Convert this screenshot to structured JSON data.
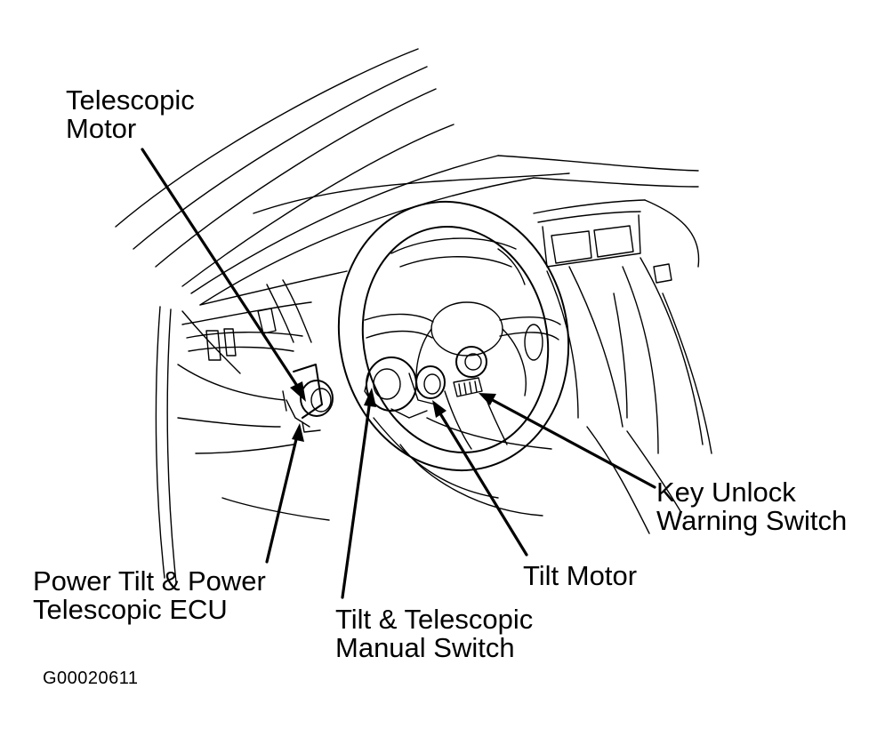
{
  "labels": {
    "telescopic_motor": [
      "Telescopic",
      "Motor"
    ],
    "ecu": [
      "Power Tilt & Power",
      "Telescopic ECU"
    ],
    "manual_switch": [
      "Tilt & Telescopic",
      "Manual Switch"
    ],
    "tilt_motor": [
      "Tilt Motor"
    ],
    "key_unlock": [
      "Key Unlock",
      "Warning Switch"
    ]
  },
  "figure_id": "G00020611",
  "colors": {
    "ink": "#000000",
    "paper": "#ffffff"
  }
}
